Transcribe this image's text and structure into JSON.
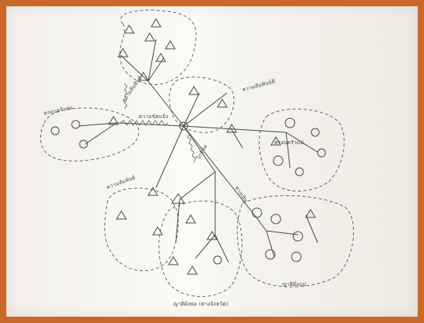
{
  "diagram": {
    "title": "ผังเครือญาติ",
    "groups": [
      {
        "id": "top",
        "label": ""
      },
      {
        "id": "left",
        "label": "ครอบครัวพ่อ"
      },
      {
        "id": "right",
        "label": "ครอบครัวแม่"
      },
      {
        "id": "bottom-left",
        "label": ""
      },
      {
        "id": "bottom-center",
        "label": "ญาติฝั่งพ่อ"
      },
      {
        "id": "bottom-right",
        "label": "ญาติฝั่งแม่"
      }
    ],
    "edge_labels": [
      {
        "id": "e-top",
        "label": "ความสัมพันธ์"
      },
      {
        "id": "e-left",
        "label": "ความขัดแย้ง"
      },
      {
        "id": "e-right",
        "label": "ความสัมพันธ์ดี"
      },
      {
        "id": "e-bl",
        "label": "ความสัมพันธ์"
      },
      {
        "id": "e-bc",
        "label": "ใกล้ชิด"
      },
      {
        "id": "e-br",
        "label": "ห่างเหิน"
      }
    ],
    "footer_left": "ญาติฝั่งพ่อ (ต่างจังหวัด)",
    "footer_right": "ญาติฝั่งแม่"
  },
  "colors": {
    "frame": "#c8692a",
    "ink": "#4a4a4a",
    "paper": "#f8f6f2"
  }
}
